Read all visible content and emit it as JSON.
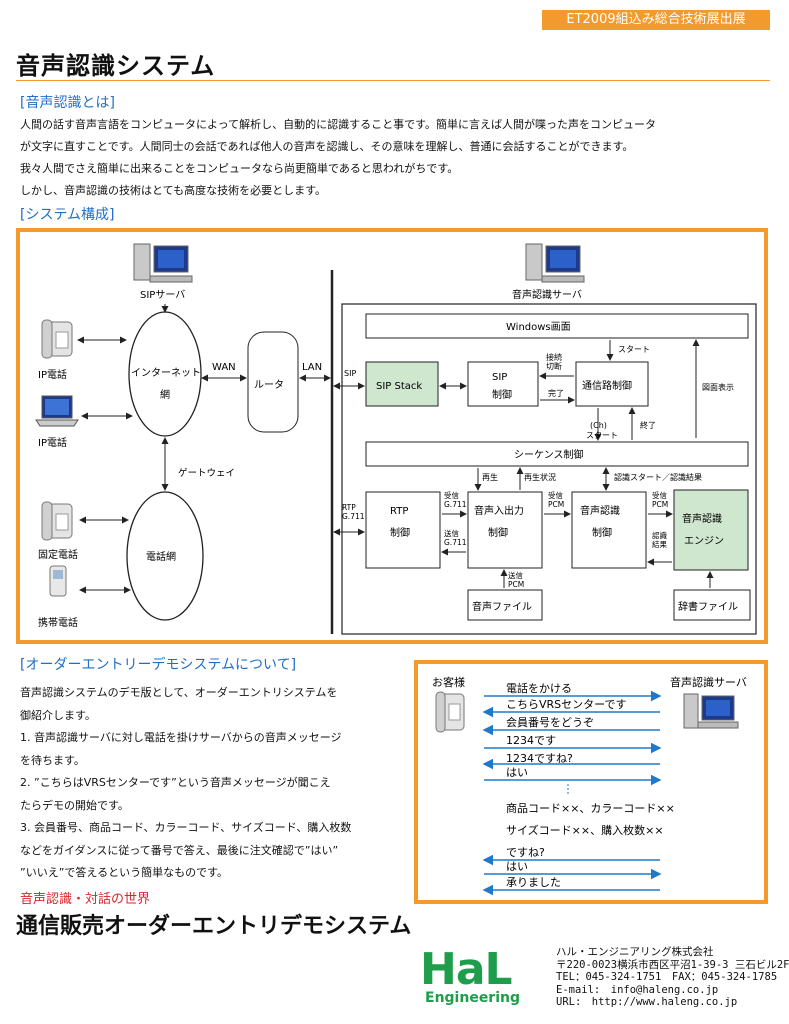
{
  "banner": "ET2009組込み総合技術展出展",
  "title": "音声認識システム",
  "section1": {
    "heading": "[音声認識とは]",
    "lines": [
      "人間の話す音声言語をコンピュータによって解析し、自動的に認識すること事です。簡単に言えば人間が喋った声をコンピュータ",
      "が文字に直すことです。人間同士の会話であれば他人の音声を認識し、その意味を理解し、普通に会話することができます。",
      "我々人間でさえ簡単に出来ることをコンピュータなら尚更簡単であると思われがちです。",
      "しかし、音声認識の技術はとても高度な技術を必要とします。"
    ]
  },
  "section2": {
    "heading": "[システム構成]",
    "labels": {
      "sip_server": "SIPサーバ",
      "ip_phone1": "IP電話",
      "ip_phone2": "IP電話",
      "fixed_phone": "固定電話",
      "mobile_phone": "携帯電話",
      "internet": "インターネット",
      "internet2": "網",
      "gateway": "ゲートウェイ",
      "phone_network": "電話網",
      "wan": "WAN",
      "lan": "LAN",
      "router": "ルータ",
      "voice_server": "音声認識サーバ",
      "windows": "Windows画面",
      "sip": "SIP",
      "sip_stack": "SIP Stack",
      "sip_ctrl1": "SIP",
      "sip_ctrl2": "制御",
      "conn1": "接続",
      "conn2": "切断",
      "done": "完了",
      "start": "スタート",
      "comm_ctrl": "通信路制御",
      "ch_start1": "(Ch)",
      "ch_start2": "スタート",
      "end": "終了",
      "fig_display": "図面表示",
      "sequence": "シーケンス制御",
      "play": "再生",
      "play_status": "再生状況",
      "rec_start": "認識スタート／認識結果",
      "rtp": "RTP",
      "g711": "G.711",
      "rtp_ctrl1": "RTP",
      "rtp_ctrl2": "制御",
      "recv1": "受信",
      "recv2": "G.711",
      "send1": "送信",
      "send2": "G.711",
      "audio_io1": "音声入出力",
      "audio_io2": "制御",
      "recv_pcm1": "受信",
      "recv_pcm2": "PCM",
      "rec_ctrl1": "音声認識",
      "rec_ctrl2": "制御",
      "recv_pcm3": "受信",
      "recv_pcm4": "PCM",
      "rec_res1": "認識",
      "rec_res2": "結果",
      "engine1": "音声認識",
      "engine2": "エンジン",
      "send_pcm1": "送信",
      "send_pcm2": "PCM",
      "audio_file": "音声ファイル",
      "dict_file": "辞書ファイル"
    }
  },
  "section3": {
    "heading": "[オーダーエントリーデモシステムについて]",
    "lines": [
      "音声認識システムのデモ版として、オーダーエントリシステムを",
      "御紹介します。",
      "1. 音声認識サーバに対し電話を掛けサーバからの音声メッセージ",
      "を待ちます。",
      "2. ”こちらはVRSセンターです”という音声メッセージが聞こえ",
      "たらデモの開始です。",
      "3. 会員番号、商品コード、カラーコード、サイズコード、購入枚数",
      "などをガイダンスに従って番号で答え、最後に注文確認で”はい”",
      "”いいえ”で答えるという簡単なものです。"
    ]
  },
  "dialog": {
    "customer": "お客様",
    "server": "音声認識サーバ",
    "messages": [
      "電話をかける",
      "こちらVRSセンターです",
      "会員番号をどうぞ",
      "1234です",
      "1234ですね?",
      "はい",
      "商品コード××、カラーコード××",
      "サイズコード××、購入枚数××",
      "ですね?",
      "はい",
      "承りました"
    ]
  },
  "footer": {
    "subtitle": "音声認識・対話の世界",
    "title": "通信販売オーダーエントリデモシステム",
    "logo_main": "HaL",
    "logo_sub": "Engineering",
    "company": "ハル・エンジニアリング株式会社",
    "address": "〒220-0023横浜市西区平沼1-39-3 三石ビル2F",
    "tel": "TEL：045-324-1751　FAX：045-324-1785",
    "email": "E-mail:　info@haleng.co.jp",
    "url": "URL:　http://www.haleng.co.jp"
  },
  "colors": {
    "accent": "#f29a2e",
    "heading_blue": "#1f6fc8",
    "box_green": "#cfe6cf",
    "arrow_blue": "#1f78c8",
    "red": "#d8262b",
    "logo_green": "#1e9e4a"
  }
}
